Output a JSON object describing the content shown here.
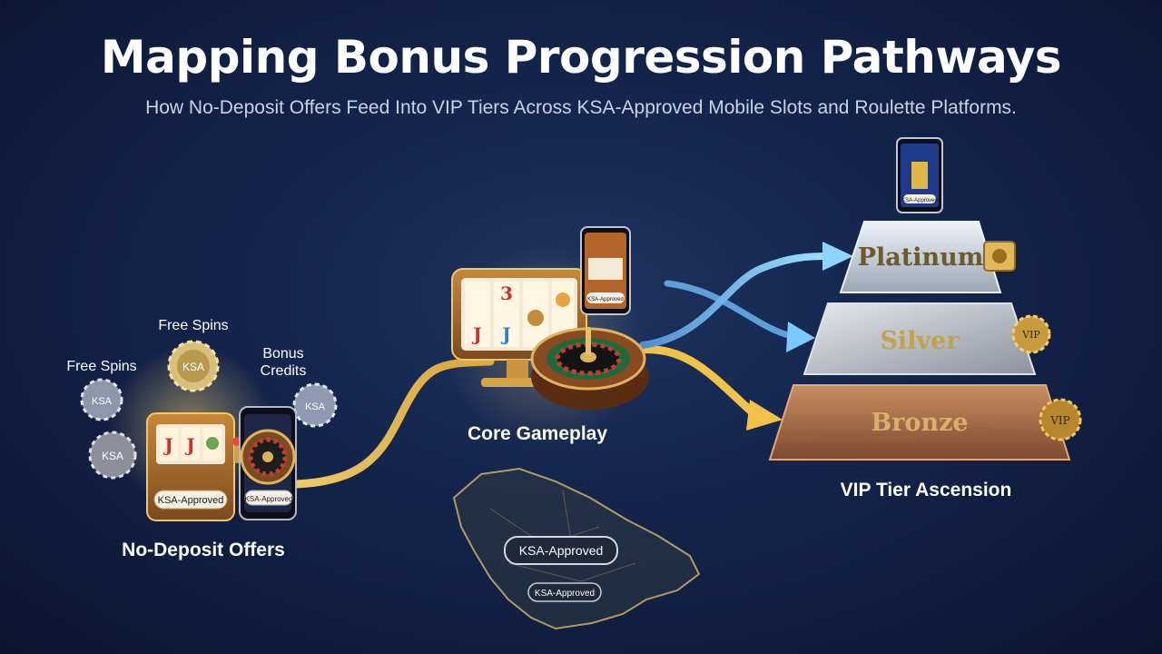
{
  "header": {
    "title": "Mapping Bonus Progression Pathways",
    "subtitle": "How No-Deposit Offers Feed Into VIP Tiers Across KSA-Approved Mobile Slots and Roulette Platforms."
  },
  "offers": {
    "label": "No-Deposit Offers",
    "chip_labels": [
      "Free Spins",
      "Free Spins",
      "Bonus Credits"
    ],
    "chip_text": "KSA",
    "badge_text": "KSA-Approved"
  },
  "gameplay": {
    "label": "Core Gameplay",
    "badge_text": "KSA-Approved"
  },
  "vip": {
    "label": "VIP Tier Ascension",
    "tiers": [
      "Platinum",
      "Silver",
      "Bronze"
    ],
    "vip_badge": "VIP",
    "phone_badge": "KSA-Approved"
  },
  "map": {
    "badge_large": "KSA-Approved",
    "badge_small": "KSA-Approved"
  },
  "colors": {
    "background": "#13244a",
    "gold_path": "#f0c24a",
    "blue_path": "#7cc8ff",
    "platinum": "#cfd8e4",
    "silver": "#c0c4cc",
    "bronze": "#b07048"
  }
}
